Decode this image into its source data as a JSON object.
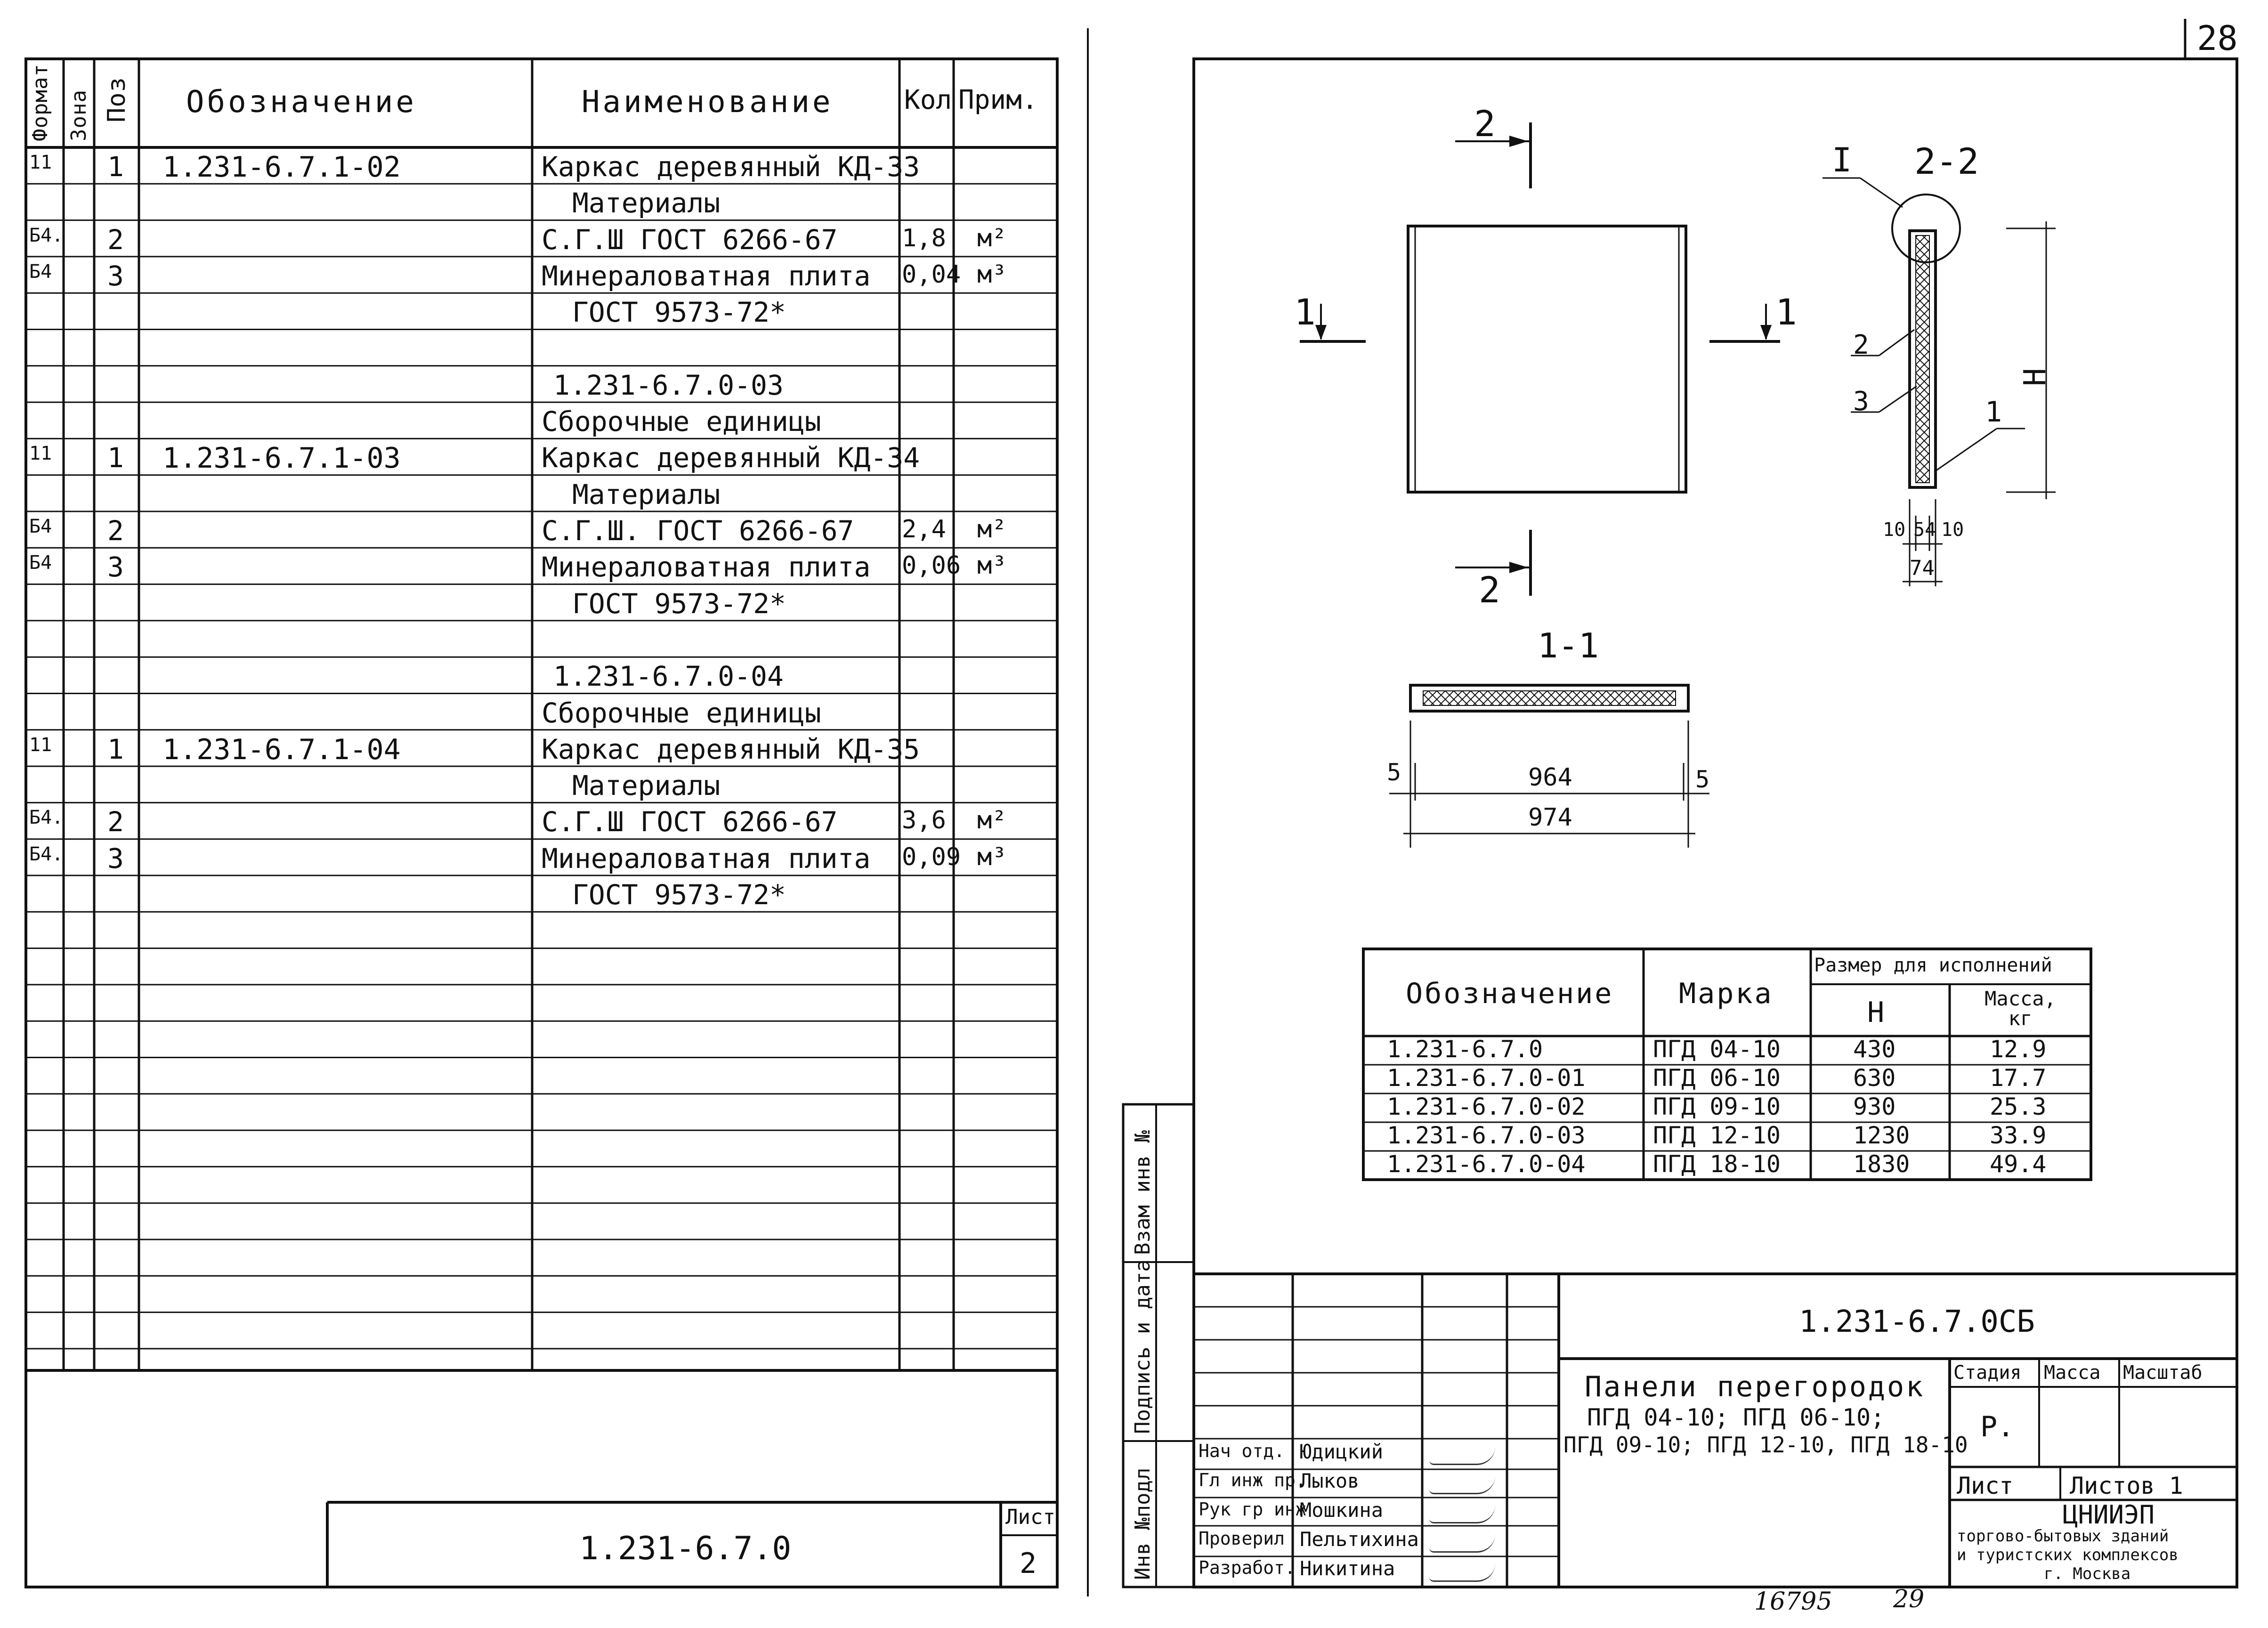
{
  "page_number": "28",
  "spec": {
    "headers": {
      "format": "Формат",
      "zone": "Зона",
      "pos": "Поз",
      "designation": "Обозначение",
      "name": "Наименование",
      "qty": "Кол",
      "note": "Прим."
    },
    "rows": [
      {
        "format": "11",
        "pos": "1",
        "designation": "1.231-6.7.1-02",
        "name": "Каркас деревянный КД-33",
        "qty": "",
        "note": ""
      },
      {
        "format": "",
        "pos": "",
        "designation": "",
        "name": "Материалы",
        "qty": "",
        "note": ""
      },
      {
        "format": "Б4.",
        "pos": "2",
        "designation": "",
        "name": "С.Г.Ш ГОСТ 6266-67",
        "qty": "1,8",
        "note": "м²"
      },
      {
        "format": "Б4",
        "pos": "3",
        "designation": "",
        "name": "Минераловатная плита",
        "qty": "0,04",
        "note": "м³"
      },
      {
        "format": "",
        "pos": "",
        "designation": "",
        "name": "ГОСТ 9573-72*",
        "qty": "",
        "note": ""
      },
      {
        "format": "",
        "pos": "",
        "designation": "",
        "name": "",
        "qty": "",
        "note": ""
      },
      {
        "format": "",
        "pos": "",
        "designation": "",
        "name": "1.231-6.7.0-03",
        "qty": "",
        "note": ""
      },
      {
        "format": "",
        "pos": "",
        "designation": "",
        "name": "Сборочные единицы",
        "qty": "",
        "note": ""
      },
      {
        "format": "11",
        "pos": "1",
        "designation": "1.231-6.7.1-03",
        "name": "Каркас деревянный КД-34",
        "qty": "",
        "note": ""
      },
      {
        "format": "",
        "pos": "",
        "designation": "",
        "name": "Материалы",
        "qty": "",
        "note": ""
      },
      {
        "format": "Б4",
        "pos": "2",
        "designation": "",
        "name": "С.Г.Ш. ГОСТ 6266-67",
        "qty": "2,4",
        "note": "м²"
      },
      {
        "format": "Б4",
        "pos": "3",
        "designation": "",
        "name": "Минераловатная плита",
        "qty": "0,06",
        "note": "м³"
      },
      {
        "format": "",
        "pos": "",
        "designation": "",
        "name": "ГОСТ 9573-72*",
        "qty": "",
        "note": ""
      },
      {
        "format": "",
        "pos": "",
        "designation": "",
        "name": "",
        "qty": "",
        "note": ""
      },
      {
        "format": "",
        "pos": "",
        "designation": "",
        "name": "1.231-6.7.0-04",
        "qty": "",
        "note": ""
      },
      {
        "format": "",
        "pos": "",
        "designation": "",
        "name": "Сборочные единицы",
        "qty": "",
        "note": ""
      },
      {
        "format": "11",
        "pos": "1",
        "designation": "1.231-6.7.1-04",
        "name": "Каркас деревянный КД-35",
        "qty": "",
        "note": ""
      },
      {
        "format": "",
        "pos": "",
        "designation": "",
        "name": "Материалы",
        "qty": "",
        "note": ""
      },
      {
        "format": "Б4.",
        "pos": "2",
        "designation": "",
        "name": "С.Г.Ш ГОСТ 6266-67",
        "qty": "3,6",
        "note": "м²"
      },
      {
        "format": "Б4.",
        "pos": "3",
        "designation": "",
        "name": "Минераловатная плита",
        "qty": "0,09",
        "note": "м³"
      },
      {
        "format": "",
        "pos": "",
        "designation": "",
        "name": "ГОСТ 9573-72*",
        "qty": "",
        "note": ""
      }
    ],
    "footer_code": "1.231-6.7.0",
    "sheet_label": "Лист",
    "sheet_number": "2"
  },
  "drawing": {
    "section_2_2": "2-2",
    "section_1_1": "1-1",
    "node": "I",
    "mark_2": "2",
    "mark_1": "1",
    "leader_1": "1",
    "leader_2": "2",
    "leader_3": "3",
    "dim_H": "H",
    "dim_10a": "10",
    "dim_54": "54",
    "dim_10b": "10",
    "dim_74": "74",
    "dim_5a": "5",
    "dim_5b": "5",
    "dim_964": "964",
    "dim_974": "974"
  },
  "variants": {
    "headers": {
      "designation": "Обозначение",
      "mark": "Марка",
      "size_group": "Размер для исполнений",
      "h": "H",
      "mass": "Масса, кг"
    },
    "rows": [
      {
        "designation": "1.231-6.7.0",
        "mark": "ПГД 04-10",
        "h": "430",
        "mass": "12.9"
      },
      {
        "designation": "1.231-6.7.0-01",
        "mark": "ПГД 06-10",
        "h": "630",
        "mass": "17.7"
      },
      {
        "designation": "1.231-6.7.0-02",
        "mark": "ПГД 09-10",
        "h": "930",
        "mass": "25.3"
      },
      {
        "designation": "1.231-6.7.0-03",
        "mark": "ПГД 12-10",
        "h": "1230",
        "mass": "33.9"
      },
      {
        "designation": "1.231-6.7.0-04",
        "mark": "ПГД 18-10",
        "h": "1830",
        "mass": "49.4"
      }
    ]
  },
  "title_block": {
    "code": "1.231-6.7.0СБ",
    "title_line1": "Панели перегородок",
    "title_line2": "ПГД 04-10; ПГД 06-10;",
    "title_line3": "ПГД 09-10; ПГД 12-10, ПГД 18-10",
    "stage_label": "Стадия",
    "mass_label": "Масса",
    "scale_label": "Масштаб",
    "stage_value": "Р.",
    "sheet_label": "Лист",
    "sheets_label": "Листов 1",
    "org_line1": "ЦНИИЭП",
    "org_line2": "торгово-бытовых зданий",
    "org_line3": "и туристских комплексов",
    "org_line4": "г. Москва",
    "people": [
      {
        "role": "Нач отд.",
        "name": "Юдицкий"
      },
      {
        "role": "Гл инж пр.",
        "name": "Лыков"
      },
      {
        "role": "Рук гр инж",
        "name": "Мошкина"
      },
      {
        "role": "Проверил",
        "name": "Пельтихина"
      },
      {
        "role": "Разработ.",
        "name": "Никитина"
      }
    ],
    "side_labels": {
      "inv_podl": "Инв №подл",
      "podpis": "Подпись и дата",
      "vzam": "Взам инв №"
    }
  },
  "bottom_notes": {
    "left": "16795",
    "right": "29"
  }
}
